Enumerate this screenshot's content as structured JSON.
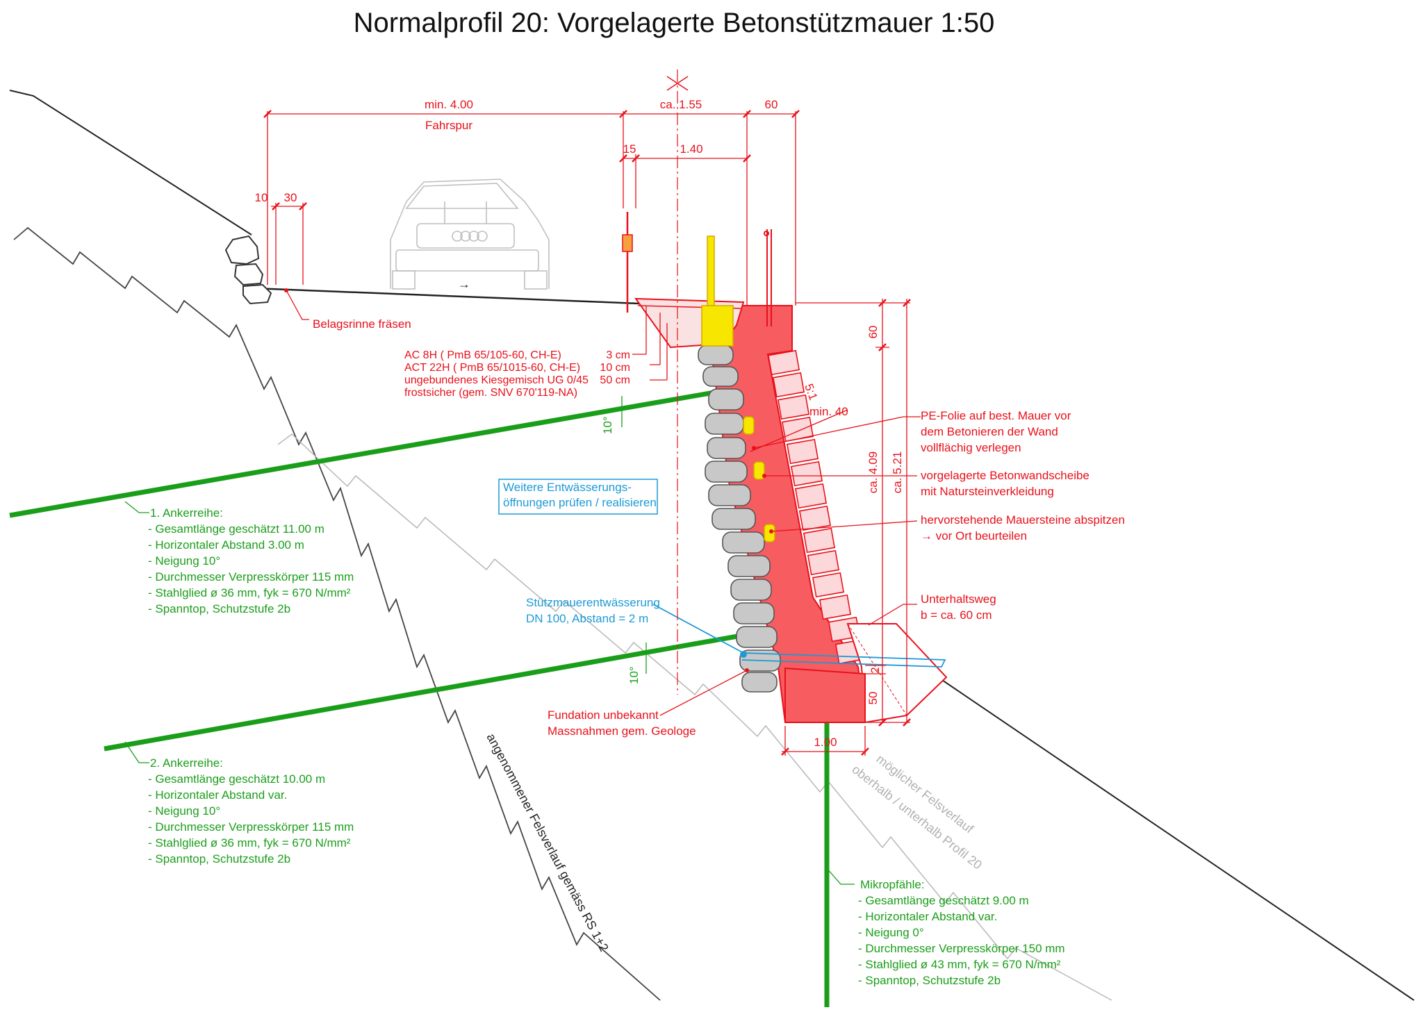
{
  "title": "Normalprofil 20: Vorgelagerte Betonstützmauer 1:50",
  "dims": {
    "min400": "min. 4.00",
    "fahrspur": "Fahrspur",
    "ca155": "ca. 1.55",
    "d60top": "60",
    "d15": "15",
    "d140": "1.40",
    "d10": "10",
    "d30": "30",
    "d60right": "60",
    "ca409": "ca. 4.09",
    "ca521": "ca. 5.21",
    "min40": "min. 40",
    "slope": "5:1",
    "d2": "2",
    "d50": "50",
    "d100": "1.00",
    "angle1": "10°",
    "angle2": "10°"
  },
  "labels": {
    "belagsrinne": "Belagsrinne fräsen",
    "layer1a": "AC    8H ( PmB 65/105-60, CH-E)",
    "layer1b": "3 cm",
    "layer2a": "ACT  22H ( PmB 65/1015-60, CH-E)",
    "layer2b": "10 cm",
    "layer3a": "ungebundenes Kiesgemisch UG 0/45",
    "layer3b": "50 cm",
    "layer4": "frostsicher (gem. SNV 670'119-NA)",
    "pe1": "PE-Folie auf best. Mauer vor",
    "pe2": "dem Betonieren der Wand",
    "pe3": "vollflächig verlegen",
    "vorg1": "vorgelagerte Betonwandscheibe",
    "vorg2": "mit Natursteinverkleidung",
    "hervor1": "hervorstehende Mauersteine abspitzen",
    "hervor2": "→ vor Ort beurteilen",
    "unterh1": "Unterhaltsweg",
    "unterh2": "b = ca. 60 cm",
    "fund1": "Fundation unbekannt",
    "fund2": "Massnahmen gem. Geologe",
    "entw1": "Weitere Entwässerungs-",
    "entw2": "öffnungen prüfen / realisieren",
    "smw1": "Stützmauerentwässerung",
    "smw2": "DN 100, Abstand = 2 m",
    "fels_rs": "angenommener Felsverlauf gemäss RS 1+2",
    "fels_m1": "möglicher Felsverlauf",
    "fels_m2": "oberhalb / unterhalb Profil 20",
    "arrow": "→"
  },
  "anchor1": {
    "title": "1. Ankerreihe:",
    "lines": [
      "- Gesamtlänge geschätzt 11.00 m",
      "- Horizontaler Abstand 3.00 m",
      "- Neigung 10°",
      "- Durchmesser Verpresskörper 115 mm",
      "- Stahlglied ø 36 mm, fyk = 670 N/mm²",
      "- Spanntop, Schutzstufe 2b"
    ]
  },
  "anchor2": {
    "title": "2. Ankerreihe:",
    "lines": [
      "- Gesamtlänge geschätzt 10.00 m",
      "- Horizontaler Abstand var.",
      "- Neigung 10°",
      "- Durchmesser Verpresskörper 115 mm",
      "- Stahlglied ø 36 mm, fyk = 670 N/mm²",
      "- Spanntop, Schutzstufe 2b"
    ]
  },
  "micro": {
    "title": "Mikropfähle:",
    "lines": [
      "- Gesamtlänge geschätzt 9.00 m",
      "- Horizontaler Abstand var.",
      "- Neigung 0°",
      "- Durchmesser Verpresskörper 150 mm",
      "- Stahlglied ø 43 mm, fyk = 670 N/mm²",
      "- Spanntop, Schutzstufe 2b"
    ]
  },
  "colors": {
    "red": "#e8101a",
    "wall": "#f75c60",
    "green": "#1a9e1a",
    "blue": "#1c9ad6",
    "stone": "#c8c8c8",
    "yellow": "#f6e600"
  }
}
